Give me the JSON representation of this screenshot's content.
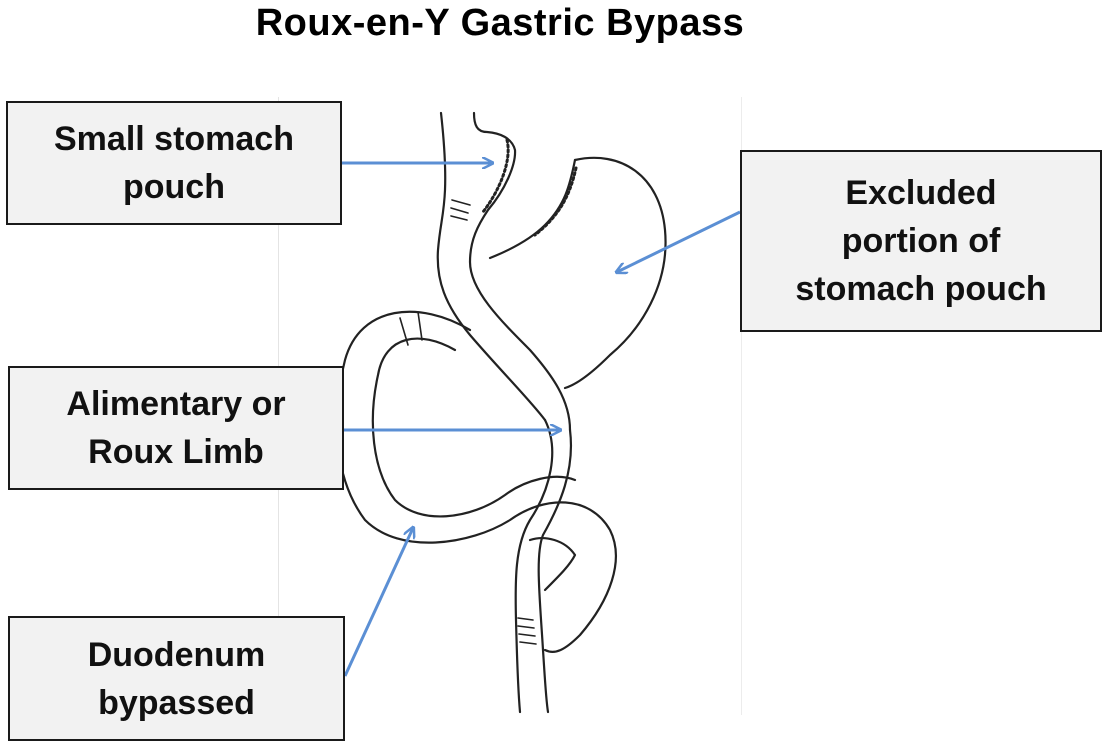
{
  "title": "Roux-en-Y Gastric Bypass",
  "labels": {
    "small_pouch": "Small stomach\npouch",
    "excluded": "Excluded\nportion of\nstomach pouch",
    "alimentary": "Alimentary or\nRoux Limb",
    "duodenum": "Duodenum\nbypassed"
  },
  "colors": {
    "arrow": "#5b8fd4",
    "box_fill": "#f2f2f2",
    "box_border": "#1a1a1a",
    "ink": "#222222"
  }
}
